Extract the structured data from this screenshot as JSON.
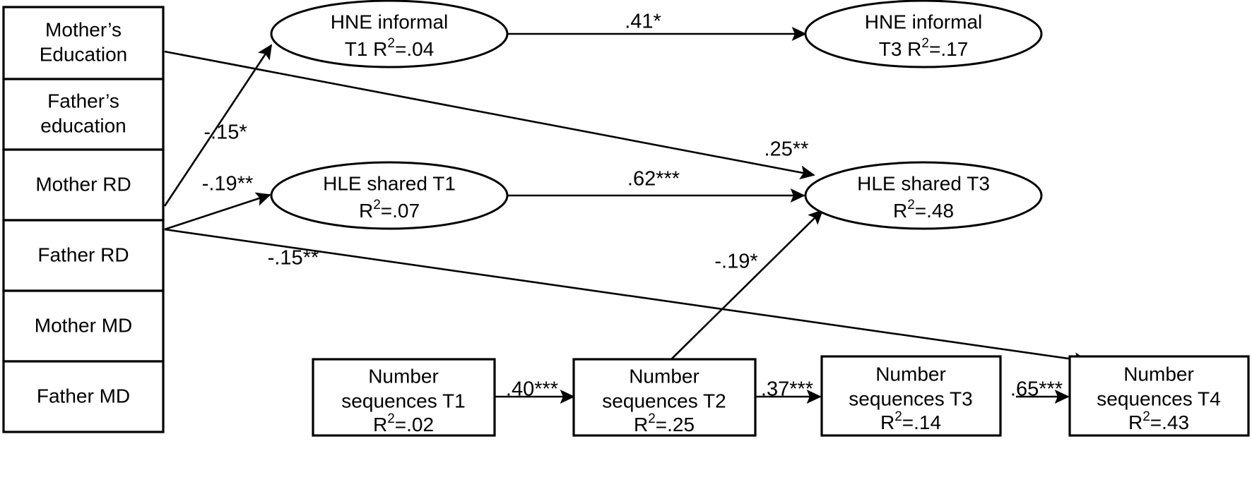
{
  "diagram": {
    "type": "structural-equation-path-diagram",
    "background_color": "#ffffff",
    "stroke_color": "#000000",
    "predictor_boxes": [
      {
        "id": "mother-education",
        "label_line1": "Mother’s",
        "label_line2": "Education"
      },
      {
        "id": "father-education",
        "label_line1": "Father’s",
        "label_line2": "education"
      },
      {
        "id": "mother-rd",
        "label_line1": "Mother RD",
        "label_line2": ""
      },
      {
        "id": "father-rd",
        "label_line1": "Father RD",
        "label_line2": ""
      },
      {
        "id": "mother-md",
        "label_line1": "Mother MD",
        "label_line2": ""
      },
      {
        "id": "father-md",
        "label_line1": "Father MD",
        "label_line2": ""
      }
    ],
    "ellipse_nodes": [
      {
        "id": "hne-informal-t1",
        "line1": "HNE informal",
        "line2_pre": "T1 R",
        "line2_sup": "2",
        "line2_post": "=.04"
      },
      {
        "id": "hne-informal-t3",
        "line1": "HNE informal",
        "line2_pre": "T3 R",
        "line2_sup": "2",
        "line2_post": "=.17"
      },
      {
        "id": "hle-shared-t1",
        "line1": "HLE shared T1",
        "line2_pre": "R",
        "line2_sup": "2",
        "line2_post": "=.07"
      },
      {
        "id": "hle-shared-t3",
        "line1": "HLE shared T3",
        "line2_pre": "R",
        "line2_sup": "2",
        "line2_post": "=.48"
      }
    ],
    "outcome_boxes": [
      {
        "id": "number-sequences-t1",
        "line1": "Number",
        "line2": "sequences T1",
        "line3_pre": "R",
        "line3_sup": "2",
        "line3_post": "=.02"
      },
      {
        "id": "number-sequences-t2",
        "line1": "Number",
        "line2": "sequences T2",
        "line3_pre": "R",
        "line3_sup": "2",
        "line3_post": "=.25"
      },
      {
        "id": "number-sequences-t3",
        "line1": "Number",
        "line2": "sequences T3",
        "line3_pre": "R",
        "line3_sup": "2",
        "line3_post": "=.14"
      },
      {
        "id": "number-sequences-t4",
        "line1": "Number",
        "line2": "sequences T4",
        "line3_pre": "R",
        "line3_sup": "2",
        "line3_post": "=.43"
      }
    ],
    "path_labels": [
      {
        "id": "hne-t1-to-hne-t3",
        "text": ".41*",
        "from": "hne-informal-t1",
        "to": "hne-informal-t3"
      },
      {
        "id": "mother-rd-to-hne-t1",
        "text": "-.15*",
        "from": "mother-rd",
        "to": "hne-informal-t1"
      },
      {
        "id": "father-rd-to-hle-t1",
        "text": "-.19**",
        "from": "father-rd",
        "to": "hle-shared-t1"
      },
      {
        "id": "hle-t1-to-hle-t3",
        "text": ".62***",
        "from": "hle-shared-t1",
        "to": "hle-shared-t3"
      },
      {
        "id": "mother-education-to-hle-t3",
        "text": ".25**",
        "from": "mother-education",
        "to": "hle-shared-t3"
      },
      {
        "id": "father-rd-to-number-t4",
        "text": "-.15**",
        "from": "father-rd",
        "to": "number-sequences-t4"
      },
      {
        "id": "number-t2-to-hle-t3",
        "text": "-.19*",
        "from": "number-sequences-t2",
        "to": "hle-shared-t3"
      },
      {
        "id": "number-t1-to-t2",
        "text": ".40***",
        "from": "number-sequences-t1",
        "to": "number-sequences-t2"
      },
      {
        "id": "number-t2-to-t3",
        "text": ".37***",
        "from": "number-sequences-t2",
        "to": "number-sequences-t3"
      },
      {
        "id": "number-t3-to-t4",
        "text": ".65***",
        "from": "number-sequences-t3",
        "to": "number-sequences-t4"
      }
    ]
  }
}
